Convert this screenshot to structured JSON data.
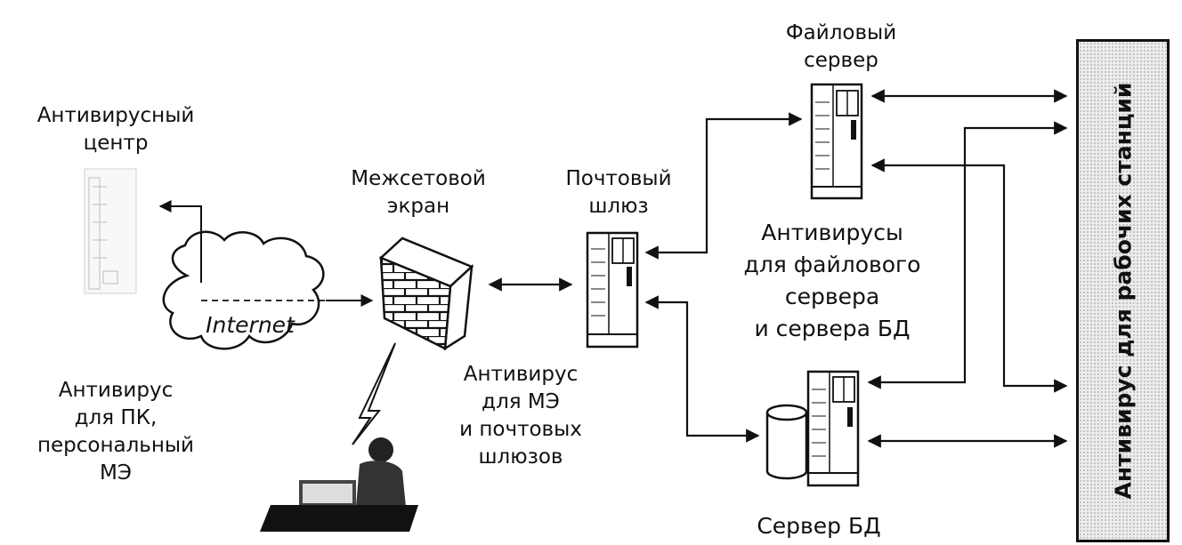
{
  "labels": {
    "av_center": [
      "Антивирусный",
      "центр"
    ],
    "firewall": [
      "Межсетовой",
      "экран"
    ],
    "mail_gateway": [
      "Почтовый",
      "шлюз"
    ],
    "file_server": [
      "Файловый",
      "сервер"
    ],
    "av_servers": [
      "Антивирусы",
      "для файлового",
      "сервера",
      "и сервера БД"
    ],
    "av_fw_mail": [
      "Антивирус",
      "для МЭ",
      "и почтовых",
      "шлюзов"
    ],
    "av_pc": [
      "Антивирус",
      "для ПК,",
      "персональный",
      "МЭ"
    ],
    "db_server": "Сервер БД",
    "internet": "Internet",
    "workstations": "Антивирус для рабочих станций"
  },
  "colors": {
    "ink": "#111111",
    "panel_fill": "#ececec"
  }
}
